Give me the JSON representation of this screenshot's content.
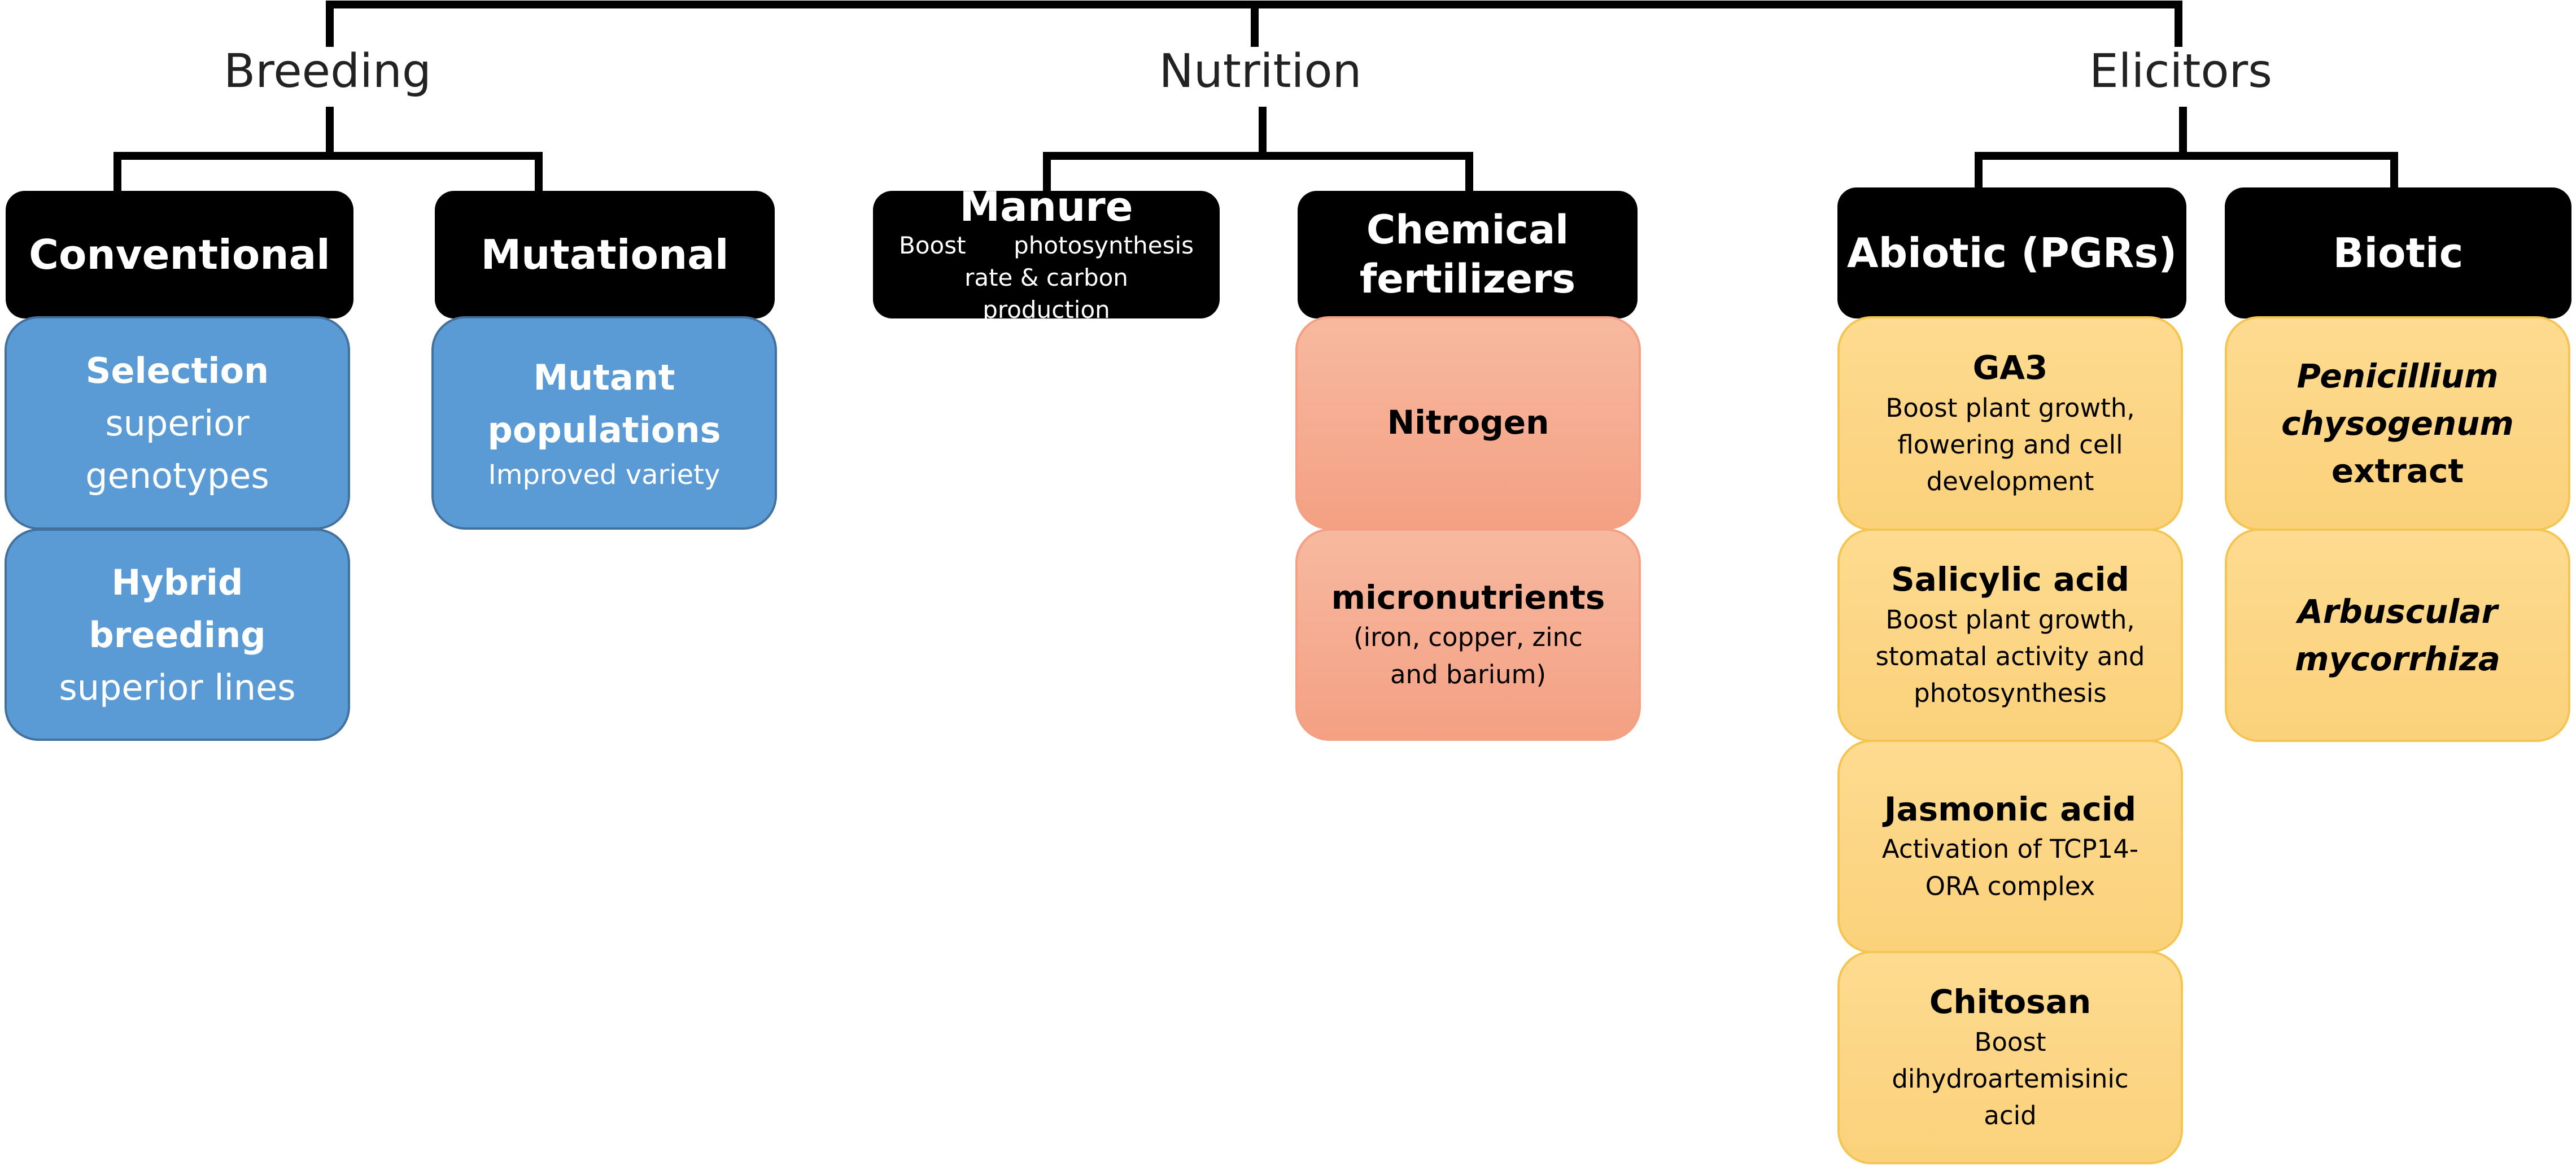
{
  "categories": {
    "breeding": "Breeding",
    "nutrition": "Nutrition",
    "elicitors": "Elicitors"
  },
  "breeding": {
    "conventional": {
      "header": "Conventional",
      "selection": {
        "title": "Selection",
        "line1": "superior",
        "line2": "genotypes"
      },
      "hybrid": {
        "title1": "Hybrid",
        "title2": "breeding",
        "line1": "superior lines"
      }
    },
    "mutational": {
      "header": "Mutational",
      "mutant": {
        "title1": "Mutant",
        "title2": "populations",
        "line1": "Improved variety"
      }
    }
  },
  "nutrition": {
    "manure": {
      "header": "Manure",
      "desc_word1": "Boost",
      "desc_word2": "photosynthesis",
      "desc_line2": "rate & carbon production"
    },
    "chemical": {
      "header_line1": "Chemical",
      "header_line2": "fertilizers",
      "nitrogen": {
        "title": "Nitrogen"
      },
      "micro": {
        "title": "micronutrients",
        "line1": "(iron, copper, zinc",
        "line2": "and barium)"
      }
    }
  },
  "elicitors": {
    "abiotic": {
      "header": "Abiotic (PGRs)",
      "ga3": {
        "title": "GA3",
        "line1": "Boost plant growth,",
        "line2": "flowering and cell",
        "line3": "development"
      },
      "salicylic": {
        "title": "Salicylic acid",
        "line1": "Boost plant growth,",
        "line2": "stomatal activity and",
        "line3": "photosynthesis"
      },
      "jasmonic": {
        "title": "Jasmonic acid",
        "line1": "Activation of TCP14-",
        "line2": "ORA complex"
      },
      "chitosan": {
        "title": "Chitosan",
        "line1": "Boost",
        "line2": "dihydroartemisinic",
        "line3": "acid"
      }
    },
    "biotic": {
      "header": "Biotic",
      "penicillium": {
        "line1": "Penicillium",
        "line2": "chysogenum",
        "line3": "extract"
      },
      "arbuscular": {
        "line1": "Arbuscular",
        "line2": "mycorrhiza"
      }
    }
  },
  "colors": {
    "header_bg": "#000000",
    "breeding_box": "#5b9bd5",
    "fertilizer_box": "#f4a083",
    "elicitor_box": "#fbd17b"
  }
}
